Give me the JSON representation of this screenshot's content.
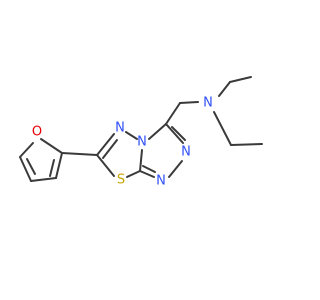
{
  "molecule": {
    "atoms": [
      {
        "id": "o_furan",
        "symbol": "O",
        "color": "#e8000b"
      },
      {
        "id": "n_diethyl",
        "symbol": "N",
        "color": "#3050f8"
      },
      {
        "id": "n_thiadiazole",
        "symbol": "N",
        "color": "#3050f8"
      },
      {
        "id": "n_bridge",
        "symbol": "N",
        "color": "#3050f8"
      },
      {
        "id": "n_triazole_a",
        "symbol": "N",
        "color": "#3050f8"
      },
      {
        "id": "n_triazole_b",
        "symbol": "N",
        "color": "#3050f8"
      },
      {
        "id": "s_thiadiazole",
        "symbol": "S",
        "color": "#c8a400"
      }
    ],
    "bond_color": "#3a3a3a"
  }
}
